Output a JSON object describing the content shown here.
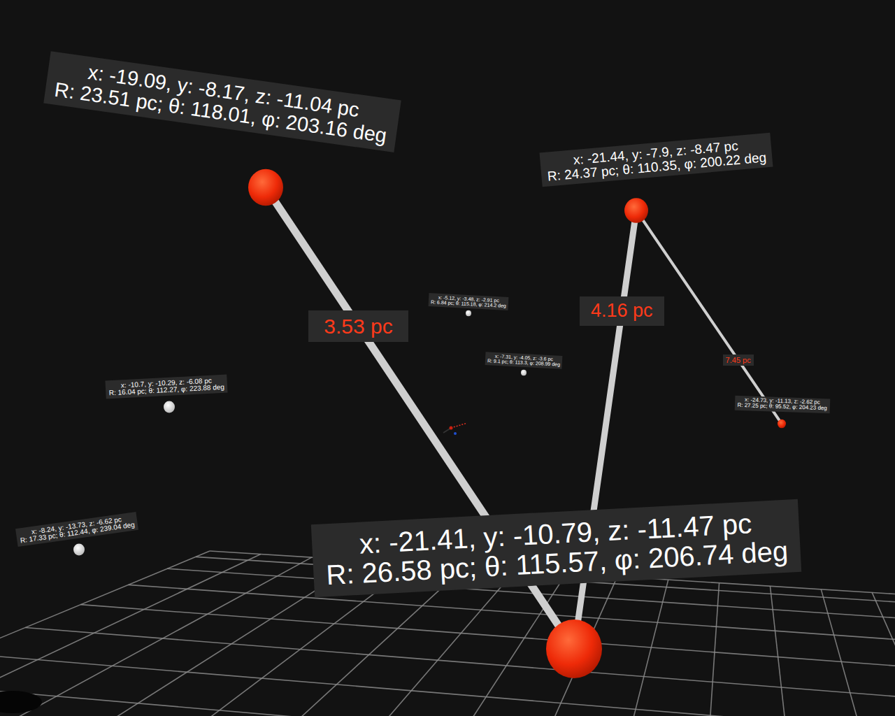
{
  "diagram": {
    "nodes": [
      {
        "text": [
          "x: -19.09, y: -8.17, z: -11.04 pc",
          "R: 23.51 pc; θ: 118.01, φ: 203.16 deg"
        ]
      },
      {
        "text": [
          "x: -21.44, y: -7.9, z: -8.47 pc",
          "R: 24.37 pc; θ: 110.35, φ: 200.22 deg"
        ]
      },
      {
        "text": [
          "x: -5.12, y: -3.48, z: -2.91 pc",
          "R: 6.84 pc; θ: 115.18, φ: 214.2 deg"
        ]
      },
      {
        "text": [
          "x: -7.31, y: -4.05, z: -3.6 pc",
          "R: 9.1 pc; θ: 113.3, φ: 208.99 deg"
        ]
      },
      {
        "text": [
          "x: -10.7, y: -10.29, z: -6.08 pc",
          "R: 16.04 pc; θ: 112.27, φ: 223.88 deg"
        ]
      },
      {
        "text": [
          "x: -24.73, y: -11.13, z: -2.62 pc",
          "R: 27.25 pc; θ: 95.52, φ: 204.23 deg"
        ]
      },
      {
        "text": [
          "x: -8.24, y: -13.73, z: -6.62 pc",
          "R: 17.33 pc; θ: 112.44, φ: 239.04 deg"
        ]
      },
      {
        "text": [
          "x: -21.41, y: -10.79, z: -11.47 pc",
          "R: 26.58 pc; θ: 115.57, φ: 206.74 deg"
        ]
      }
    ],
    "edges": [
      {
        "from": 7,
        "to": 0,
        "arrow": "none",
        "label": "3.53 pc"
      },
      {
        "from": 7,
        "to": 1,
        "arrow": "none",
        "label": "4.16 pc"
      },
      {
        "from": 1,
        "to": 5,
        "arrow": "none",
        "label": "7.45 pc"
      }
    ]
  }
}
